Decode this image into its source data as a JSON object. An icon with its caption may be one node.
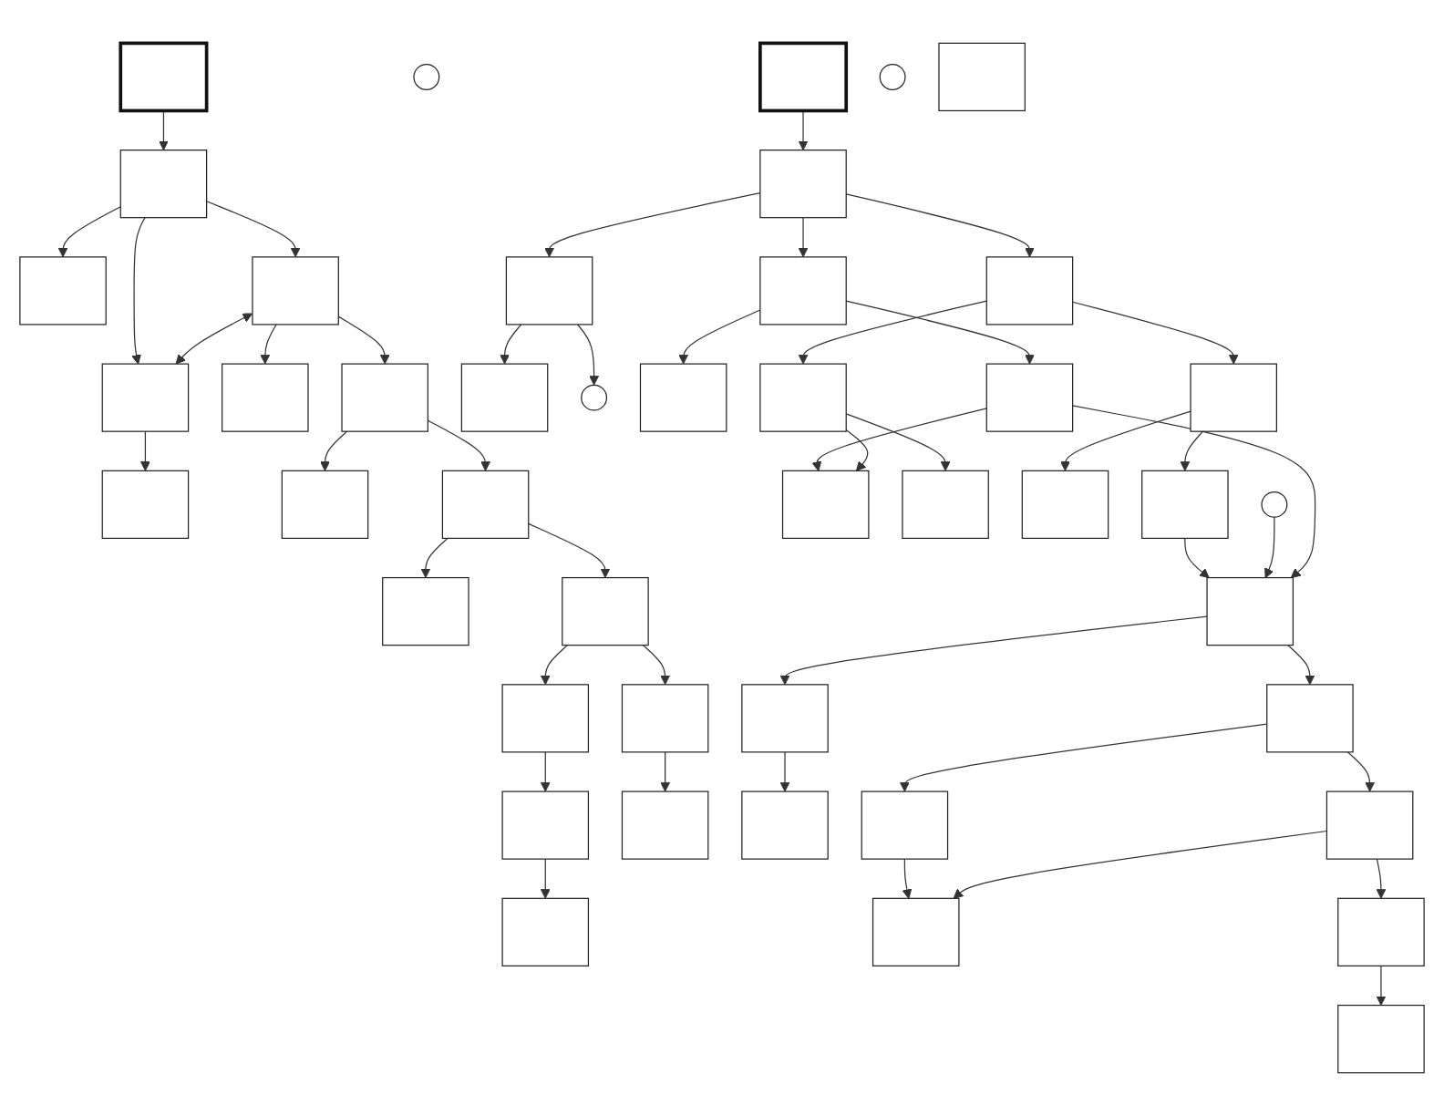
{
  "diagram": {
    "nodes": [
      {
        "text": [],
        "shape": "box"
      },
      {
        "text": [],
        "shape": "box"
      },
      {
        "text": [],
        "shape": "box"
      },
      {
        "text": [],
        "shape": "box"
      },
      {
        "text": [],
        "shape": "box"
      },
      {
        "text": [],
        "shape": "box"
      },
      {
        "text": [],
        "shape": "box"
      },
      {
        "text": [],
        "shape": "box"
      },
      {
        "text": [],
        "shape": "box"
      },
      {
        "text": [],
        "shape": "box"
      },
      {
        "text": [],
        "shape": "box"
      },
      {
        "text": [],
        "shape": "box"
      },
      {
        "text": [],
        "shape": "box"
      },
      {
        "text": [],
        "shape": "box"
      },
      {
        "text": [],
        "shape": "box"
      },
      {
        "text": [],
        "shape": "box"
      },
      {
        "text": [],
        "shape": "box"
      },
      {
        "text": [],
        "shape": "circle"
      },
      {
        "text": [],
        "shape": "box"
      },
      {
        "text": [],
        "shape": "circle"
      },
      {
        "text": [],
        "shape": "box"
      },
      {
        "text": [],
        "shape": "box"
      },
      {
        "text": [],
        "shape": "box"
      },
      {
        "text": [],
        "shape": "circle"
      },
      {
        "text": [],
        "shape": "box"
      },
      {
        "text": [],
        "shape": "box"
      },
      {
        "text": [],
        "shape": "box"
      },
      {
        "text": [],
        "shape": "box"
      },
      {
        "text": [],
        "shape": "box"
      },
      {
        "text": [],
        "shape": "box"
      },
      {
        "text": [],
        "shape": "box"
      },
      {
        "text": [],
        "shape": "box"
      },
      {
        "text": [],
        "shape": "box"
      },
      {
        "text": [],
        "shape": "box"
      },
      {
        "text": [],
        "shape": "circle"
      },
      {
        "text": [],
        "shape": "box"
      },
      {
        "text": [],
        "shape": "box"
      },
      {
        "text": [],
        "shape": "box"
      },
      {
        "text": [],
        "shape": "box"
      },
      {
        "text": [],
        "shape": "box"
      },
      {
        "text": [],
        "shape": "box"
      },
      {
        "text": [],
        "shape": "box"
      },
      {
        "text": [],
        "shape": "box"
      },
      {
        "text": [],
        "shape": "box"
      },
      {
        "text": [],
        "shape": "box"
      }
    ],
    "edges": [
      {
        "from": 0,
        "to": 1,
        "arrow": "to"
      },
      {
        "from": 1,
        "to": 2,
        "arrow": "to"
      },
      {
        "from": 1,
        "to": 3,
        "arrow": "to"
      },
      {
        "from": 1,
        "to": 4,
        "arrow": "to"
      },
      {
        "from": 3,
        "to": 4,
        "arrow": "both"
      },
      {
        "from": 4,
        "to": 5,
        "arrow": "to"
      },
      {
        "from": 3,
        "to": 6,
        "arrow": "to"
      },
      {
        "from": 3,
        "to": 7,
        "arrow": "to"
      },
      {
        "from": 7,
        "to": 8,
        "arrow": "to"
      },
      {
        "from": 7,
        "to": 9,
        "arrow": "to"
      },
      {
        "from": 9,
        "to": 10,
        "arrow": "to"
      },
      {
        "from": 9,
        "to": 11,
        "arrow": "to"
      },
      {
        "from": 11,
        "to": 12,
        "arrow": "to"
      },
      {
        "from": 12,
        "to": 13,
        "arrow": "to"
      },
      {
        "from": 13,
        "to": 14,
        "arrow": "to"
      },
      {
        "from": 11,
        "to": 15,
        "arrow": "to"
      },
      {
        "from": 15,
        "to": 16,
        "arrow": "to"
      },
      {
        "from": 18,
        "to": 20,
        "arrow": "to"
      },
      {
        "from": 20,
        "to": 21,
        "arrow": "to"
      },
      {
        "from": 20,
        "to": 28,
        "arrow": "to"
      },
      {
        "from": 20,
        "to": 25,
        "arrow": "to"
      },
      {
        "from": 21,
        "to": 22,
        "arrow": "to"
      },
      {
        "from": 21,
        "to": 23,
        "arrow": "to"
      },
      {
        "from": 25,
        "to": 24,
        "arrow": "to"
      },
      {
        "from": 25,
        "to": 26,
        "arrow": "to"
      },
      {
        "from": 26,
        "to": 27,
        "arrow": "to"
      },
      {
        "from": 29,
        "to": 27,
        "arrow": "to"
      },
      {
        "from": 28,
        "to": 29,
        "arrow": "to"
      },
      {
        "from": 29,
        "to": 30,
        "arrow": "to"
      },
      {
        "from": 28,
        "to": 31,
        "arrow": "to"
      },
      {
        "from": 31,
        "to": 32,
        "arrow": "to"
      },
      {
        "from": 31,
        "to": 33,
        "arrow": "to"
      },
      {
        "from": 33,
        "to": 35,
        "arrow": "to"
      },
      {
        "from": 34,
        "to": 35,
        "arrow": "to"
      },
      {
        "from": 26,
        "to": 35,
        "arrow": "to"
      },
      {
        "from": 35,
        "to": 36,
        "arrow": "to"
      },
      {
        "from": 36,
        "to": 37,
        "arrow": "to"
      },
      {
        "from": 35,
        "to": 38,
        "arrow": "to"
      },
      {
        "from": 38,
        "to": 39,
        "arrow": "to"
      },
      {
        "from": 39,
        "to": 41,
        "arrow": "to"
      },
      {
        "from": 38,
        "to": 40,
        "arrow": "to"
      },
      {
        "from": 40,
        "to": 41,
        "arrow": "to"
      },
      {
        "from": 40,
        "to": 42,
        "arrow": "to"
      },
      {
        "from": 42,
        "to": 43,
        "arrow": "to"
      }
    ]
  }
}
